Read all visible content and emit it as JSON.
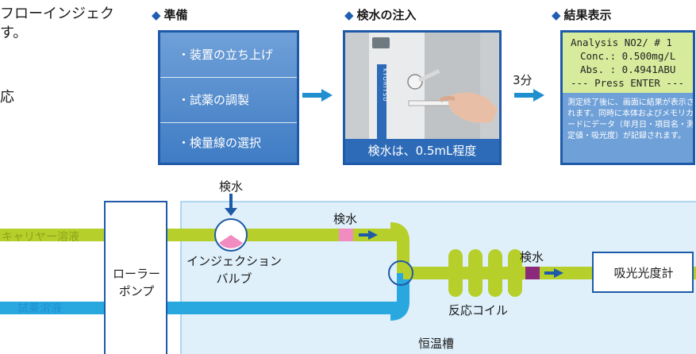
{
  "intro": {
    "line1": "フローインジェク",
    "line2": "す。",
    "line3": "応"
  },
  "sections": {
    "prep_title": "準備",
    "inject_title": "検水の注入",
    "result_title": "結果表示",
    "diamond": "◆"
  },
  "prep_items": [
    "・装置の立ち上げ",
    "・試薬の調製",
    "・検量線の選択"
  ],
  "inject_caption": "検水は、0.5mL程度",
  "device_brand": "KYORITSU",
  "time_label": "3分",
  "result_screen": {
    "line1": "Analysis   NO2/ # 1",
    "line2": "Conc.: 0.500mg/L",
    "line3": "Abs.  : 0.4941ABU",
    "line4": "--- Press ENTER ---"
  },
  "result_note": "測定終了後に、画面に結果が表示されます。同時に本体およびメモリカードにデータ（年月日・項目名・測定値・吸光度）が記録されます。",
  "flow": {
    "sample_top": "検水",
    "sample_mid": "検水",
    "sample_right": "検水",
    "carrier": "キャリヤー溶液",
    "reagent": "試薬溶液",
    "pump_line1": "ローラー",
    "pump_line2": "ポンプ",
    "valve_line1": "インジェクション",
    "valve_line2": "バルブ",
    "coil": "反応コイル",
    "detector": "吸光光度計",
    "bath": "恒温槽"
  },
  "colors": {
    "carrier_line": "#b7cf2a",
    "reagent_line": "#29a8e0",
    "sample_pink": "#f08cbf",
    "sample_purple": "#8b2a7a",
    "bath_bg": "#dff0fb",
    "accent_blue": "#1e5aa8"
  }
}
